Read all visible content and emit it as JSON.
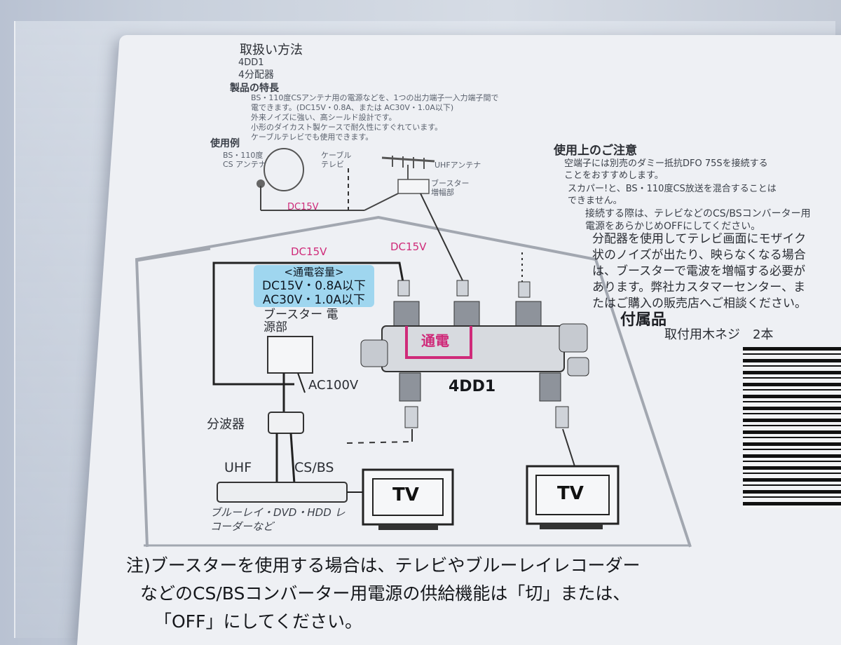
{
  "header": {
    "title": "取扱い方法",
    "model": "4DD1",
    "category": "4分配器"
  },
  "features": {
    "heading": "製品の特長",
    "lines": [
      "BS・110度CSアンテナ用の電源などを、1つの出力端子一入力端子間で",
      "電できます。(DC15V・0.8A、または AC30V・1.0A以下)",
      "外来ノイズに強い、高シールド設計です。",
      "小形のダイカスト製ケースで耐久性にすぐれています。",
      "ケーブルテレビでも使用できます。"
    ]
  },
  "usage": {
    "heading": "使用例",
    "bs_antenna": "BS・110度CS アンテナ",
    "cable": "ケーブル テレビ",
    "uhf_antenna": "UHFアンテナ",
    "booster_amp": "ブースター 増幅部",
    "dc_left": "DC15V",
    "dc_house_left": "DC15V",
    "dc_house_mid": "DC15V",
    "power_capacity": {
      "title": "<通電容量>",
      "line1": "DC15V・0.8A以下",
      "line2": "AC30V・1.0A以下"
    },
    "booster_power": "ブースター 電源部",
    "ac100v": "AC100V",
    "splitter_label": "分波器",
    "uhf": "UHF",
    "csbs": "CS/BS",
    "recorder": "ブルーレイ・DVD・HDD レコーダーなど",
    "tsuden": "通電",
    "device": "4DD1",
    "tv1": "TV",
    "tv2": "TV"
  },
  "cautions": {
    "heading": "使用上のご注意",
    "items": [
      "空端子には別売のダミー抵抗DFO 75Sを接続することをおすすめします。",
      "スカパー!と、BS・110度CS放送を混合することはできません。",
      "接続する際は、テレビなどのCS/BSコンバーター用電源をあらかじめOFFにしてください。",
      "分配器を使用してテレビ画面にモザイク状のノイズが出たり、映らなくなる場合は、ブースターで電波を増幅する必要があります。弊社カスタマーセンター、またはご購入の販売店へご相談ください。"
    ]
  },
  "accessories": {
    "heading": "付属品",
    "item": "取付用木ネジ　2本"
  },
  "note": {
    "line1": "注)ブースターを使用する場合は、テレビやブルーレイレコーダー",
    "line2": "などのCS/BSコンバーター用電源の供給機能は「切」または、",
    "line3": "「OFF」にしてください。"
  },
  "colors": {
    "accent_pink": "#cf2a79",
    "spec_box_blue": "#9fd6ef"
  }
}
